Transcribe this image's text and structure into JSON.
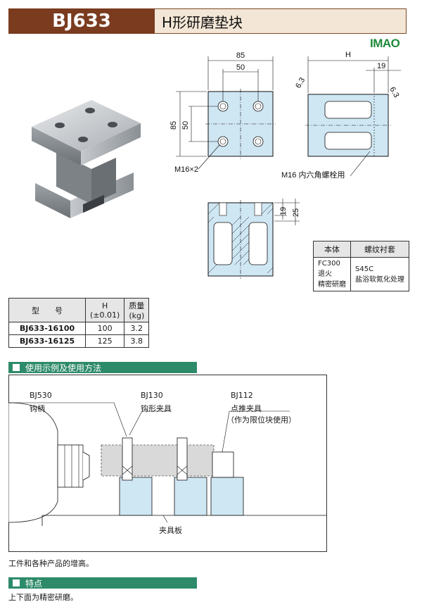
{
  "header": {
    "code": "BJ633",
    "title": "H形研磨垫块"
  },
  "brand": "IMAO",
  "drawing": {
    "dim_85_top": "85",
    "dim_50_top": "50",
    "dim_85_side": "85",
    "dim_50_side": "50",
    "dim_H": "H",
    "dim_19_right": "19",
    "sym_left": "6.3",
    "sym_right": "6.3",
    "callout_m16x2": "M16×2",
    "callout_bolt": "M16 内六角螺栓用",
    "dim_19_section": "19",
    "dim_25_section": "25"
  },
  "material_table": {
    "headers": [
      "本体",
      "螺纹衬套"
    ],
    "body_lines": [
      "FC300",
      "退火",
      "精密研磨"
    ],
    "insert_lines": [
      "S45C",
      "盐浴软氮化处理"
    ]
  },
  "spec_table": {
    "col_part": "型　　号",
    "col_h": "H",
    "col_h_tol": "(±0.01)",
    "col_mass": "质量",
    "col_mass_unit": "(kg)",
    "rows": [
      {
        "part": "BJ633-16100",
        "h": "100",
        "mass": "3.2"
      },
      {
        "part": "BJ633-16125",
        "h": "125",
        "mass": "3.8"
      }
    ]
  },
  "usage_section": {
    "bar_label": "使用示例及使用方法",
    "bj530_code": "BJ530",
    "bj530_name": "钩柄",
    "bj130_code": "BJ130",
    "bj130_name": "钩形夹具",
    "bj112_code": "BJ112",
    "bj112_name": "点推夹具",
    "bj112_note": "（作为限位块使用）",
    "table_label": "夹具板",
    "caption": "工件和各种产品的增高。"
  },
  "features_section": {
    "bar_label": "特点",
    "text": "上下面为精密研磨。"
  },
  "colors": {
    "header_brown": "#7a3b1f",
    "header_bg": "#f3e6d6",
    "section_green": "#2e8b6a",
    "drawing_fill": "#cfe6f3",
    "brand_green": "#1f8a3a"
  }
}
